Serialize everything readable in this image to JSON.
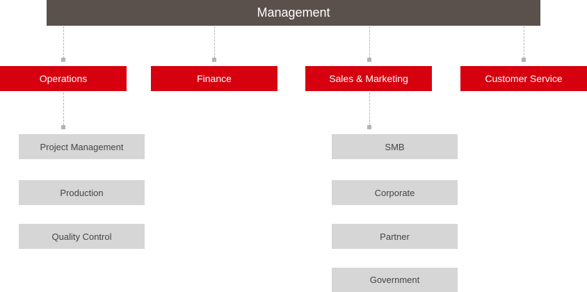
{
  "top": {
    "label": "Management"
  },
  "departments": [
    {
      "label": "Operations"
    },
    {
      "label": "Finance"
    },
    {
      "label": "Sales & Marketing"
    },
    {
      "label": "Customer Service"
    }
  ],
  "operations_units": [
    {
      "label": "Project Management"
    },
    {
      "label": "Production"
    },
    {
      "label": "Quality Control"
    }
  ],
  "sales_units": [
    {
      "label": "SMB"
    },
    {
      "label": "Corporate"
    },
    {
      "label": "Partner"
    },
    {
      "label": "Government"
    }
  ],
  "colors": {
    "top_bg": "#5a504c",
    "dept_bg": "#d7000f",
    "sub_bg": "#d6d6d6",
    "connector": "#b3b3b3"
  }
}
